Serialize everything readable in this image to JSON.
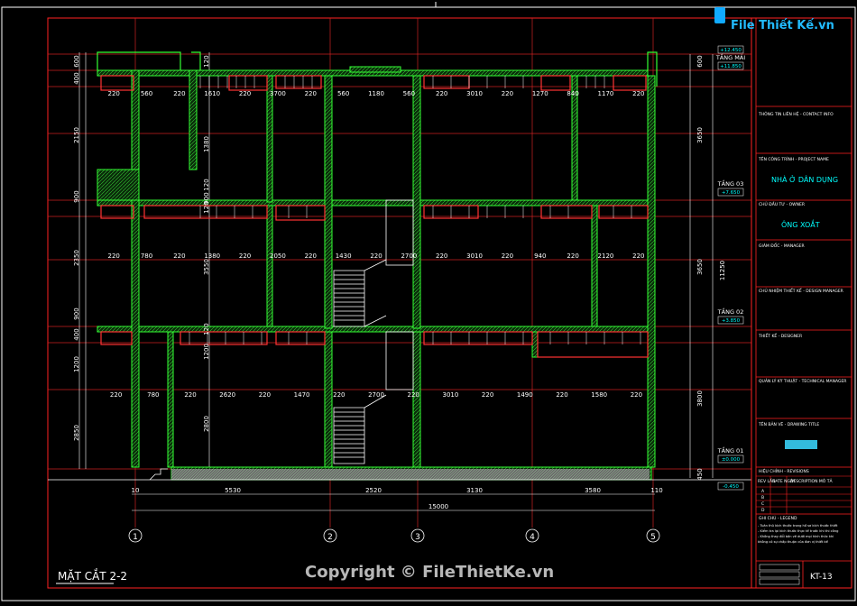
{
  "drawing_title": "MẶT CẮT 2-2",
  "copyright": "Copyright © FileThietKe.vn",
  "watermark_logo": "File Thiết Kế.vn",
  "levels": [
    {
      "name": "TẦNG MÁI",
      "elev": "+11.850"
    },
    {
      "name": "TẦNG 03",
      "elev": "+7.650"
    },
    {
      "name": "TẦNG 02",
      "elev": "+3.850"
    },
    {
      "name": "TẦNG 01",
      "elev": "±0.000"
    },
    {
      "name": "",
      "elev": "-0.450"
    },
    {
      "name": "",
      "elev": "+12.450"
    }
  ],
  "axes": [
    "1",
    "2",
    "3",
    "4",
    "5"
  ],
  "bottom_dims": [
    "10",
    "5530",
    "2520",
    "3130",
    "3580",
    "110"
  ],
  "total_dim": "15000",
  "right_dims": [
    "600",
    "3650",
    "3650",
    "3800",
    "450",
    "11250"
  ],
  "left_dims": [
    "600",
    "400",
    "2150",
    "900",
    "2350",
    "900",
    "400",
    "1200",
    "2850"
  ],
  "row_dims_top": [
    "220",
    "560",
    "220",
    "1610",
    "220",
    "3700",
    "220",
    "560",
    "1180",
    "560",
    "220",
    "3010",
    "220",
    "1270",
    "840",
    "1170",
    "220"
  ],
  "row_dims_mid": [
    "220",
    "780",
    "220",
    "1380",
    "220",
    "2050",
    "220",
    "1430",
    "220",
    "2700",
    "220",
    "3010",
    "220",
    "940",
    "220",
    "2120",
    "220"
  ],
  "row_dims_low": [
    "220",
    "780",
    "220",
    "2620",
    "220",
    "1470",
    "220",
    "2700",
    "220",
    "3010",
    "220",
    "1490",
    "220",
    "1580",
    "220"
  ],
  "col_dims_a": [
    "120",
    "1380",
    "120",
    "900",
    "120",
    "3550",
    "120",
    "1200",
    "2800"
  ],
  "title_block": {
    "contact": "THÔNG TIN LIÊN HỆ - CONTACT INFO",
    "project_label": "TÊN CÔNG TRÌNH - PROJECT NAME",
    "project_value": "NHÀ Ở DÂN DỤNG",
    "owner_label": "CHỦ ĐẦU TƯ - OWNER",
    "owner_value": "ÔNG XOẮT",
    "manager_label": "GIÁM ĐỐC - MANAGER",
    "design_manager_label": "CHỦ NHIỆM THIẾT KẾ - DESIGN MANAGER",
    "designer_label": "THIẾT KẾ - DESIGNER",
    "tech_manager_label": "QUẢN LÝ KỸ THUẬT - TECHNICAL MANAGER",
    "drawing_title_label": "TÊN BẢN VẼ - DRAWING TITLE",
    "revision_label": "HIỆU CHỈNH - REVISIONS",
    "rev_cols": [
      "REV LẦN",
      "DATE NGÀY",
      "DESCRIPTION MÔ TẢ"
    ],
    "rev_rows": [
      "A",
      "B",
      "C",
      "D"
    ],
    "notes_label": "GHI CHÚ - LEGEND",
    "notes": [
      "- Tuân thủ kích thước trong hồ sơ kích thước thiết",
      "- Kiểm tra lại kích thước thực tế trước khi thi công",
      "- Không thay đổi bản vẽ dưới mọi hình thức khi",
      "  không có sự chấp thuận của đơn vị thiết kế"
    ],
    "sheet_no": "KT-13"
  }
}
